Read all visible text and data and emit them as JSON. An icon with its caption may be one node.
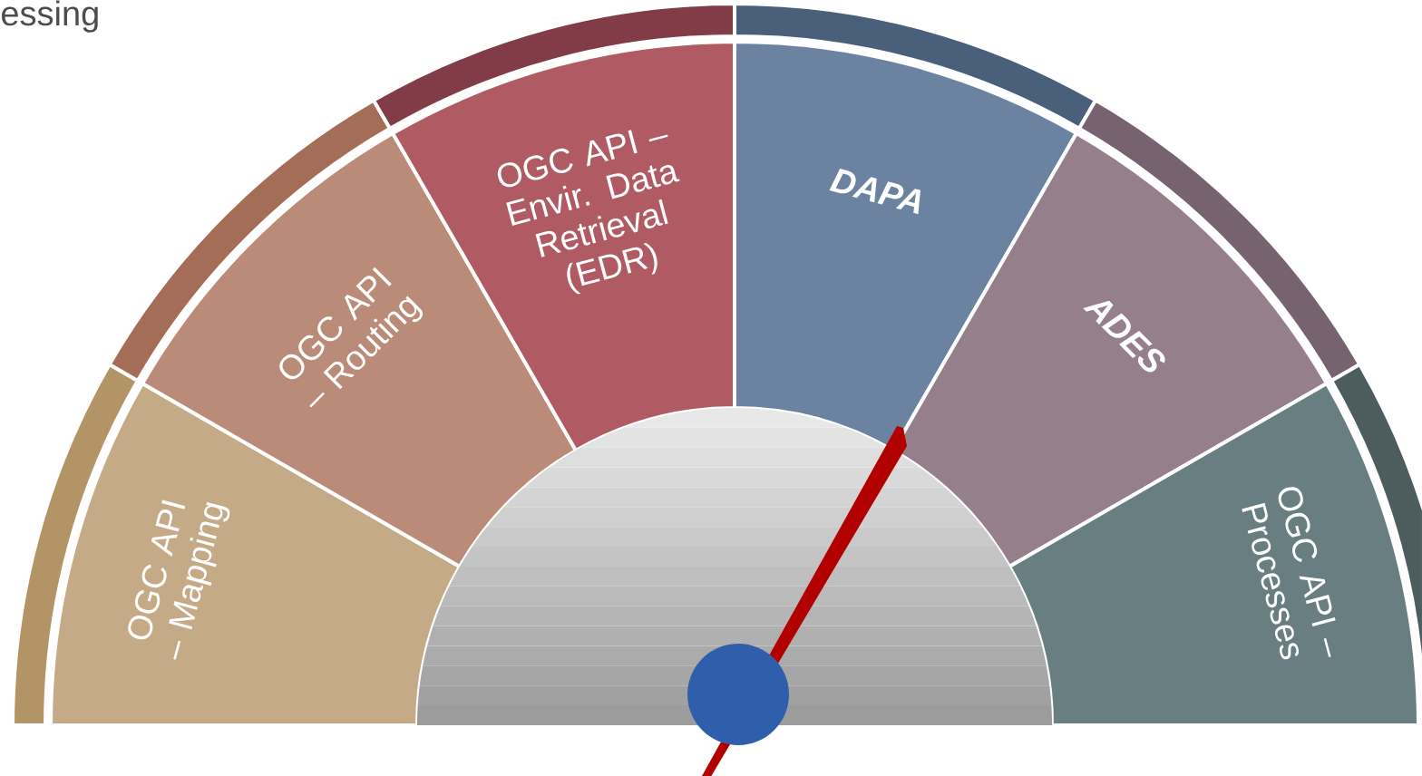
{
  "diagram": {
    "nodes": [
      {
        "text": [
          "OGC API – Mapping"
        ]
      },
      {
        "text": [
          "OGC API – Routing"
        ]
      },
      {
        "text": [
          "OGC API – Envir. Data Retrieval (EDR)"
        ]
      },
      {
        "text": [
          "DAPA"
        ]
      },
      {
        "text": [
          "ADES"
        ]
      },
      {
        "text": [
          "OGC API – Processes"
        ]
      }
    ],
    "labels": [
      "essing"
    ]
  }
}
